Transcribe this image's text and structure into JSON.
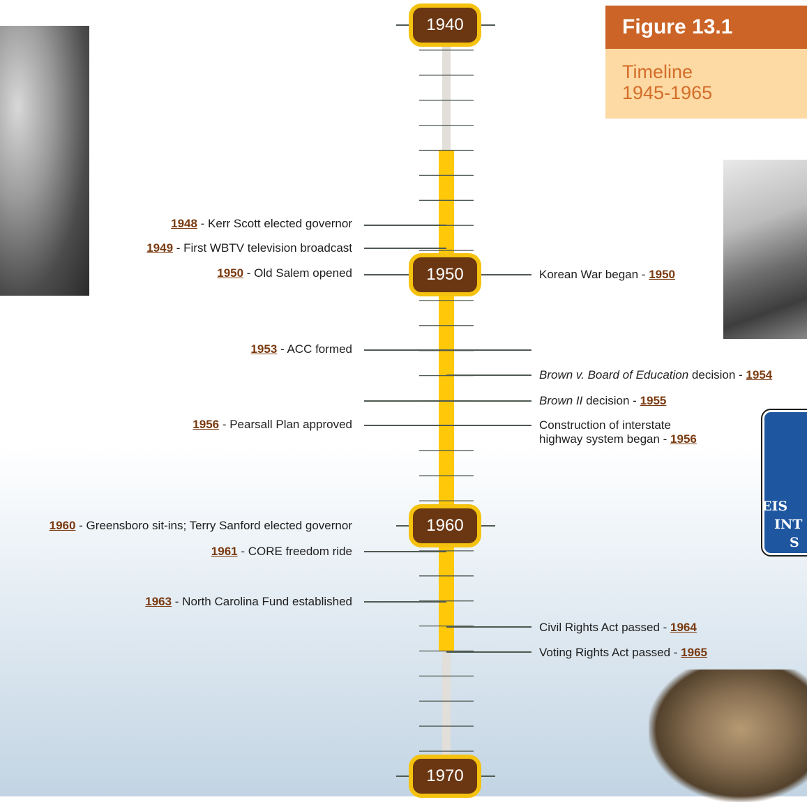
{
  "figure": {
    "title": "Figure 13.1",
    "subtitle_line1": "Timeline",
    "subtitle_line2": "1945-1965"
  },
  "decades": [
    "1940",
    "1950",
    "1960",
    "1970"
  ],
  "events_left": [
    {
      "year": "1948",
      "text": " - Kerr Scott elected governor"
    },
    {
      "year": "1949",
      "text": " - First WBTV television broadcast"
    },
    {
      "year": "1950",
      "text": " - Old Salem opened"
    },
    {
      "year": "1953",
      "text": " - ACC formed"
    },
    {
      "year": "1956",
      "text": " - Pearsall Plan approved"
    },
    {
      "year": "1960",
      "text": " - Greensboro sit-ins; Terry Sanford elected governor"
    },
    {
      "year": "1961",
      "text": " - CORE freedom ride"
    },
    {
      "year": "1963",
      "text": " - North Carolina Fund established"
    }
  ],
  "events_right": [
    {
      "text": "Korean War began - ",
      "year": "1950"
    },
    {
      "italic": "Brown v. Board of Education",
      "text": " decision - ",
      "year": "1954"
    },
    {
      "italic": "Brown II",
      "text": " decision - ",
      "year": "1955"
    },
    {
      "text": "Construction of interstate",
      "text2": "highway system began - ",
      "year": "1956"
    },
    {
      "text": "Civil Rights Act passed - ",
      "year": "1964"
    },
    {
      "text": "Voting Rights Act passed - ",
      "year": "1965"
    }
  ],
  "sign": {
    "line1": "EIS",
    "line2": "INT",
    "line3": "S"
  },
  "colors": {
    "figure_header": "#cb6426",
    "figure_sub_bg": "#fdd9a3",
    "decade_fill": "#6b3713",
    "decade_border": "#f4c20f",
    "highlight_bar": "#ffc808",
    "axis_gray": "#e2ded9",
    "year_link": "#7a3a10",
    "sign_blue": "#1f56a0"
  }
}
